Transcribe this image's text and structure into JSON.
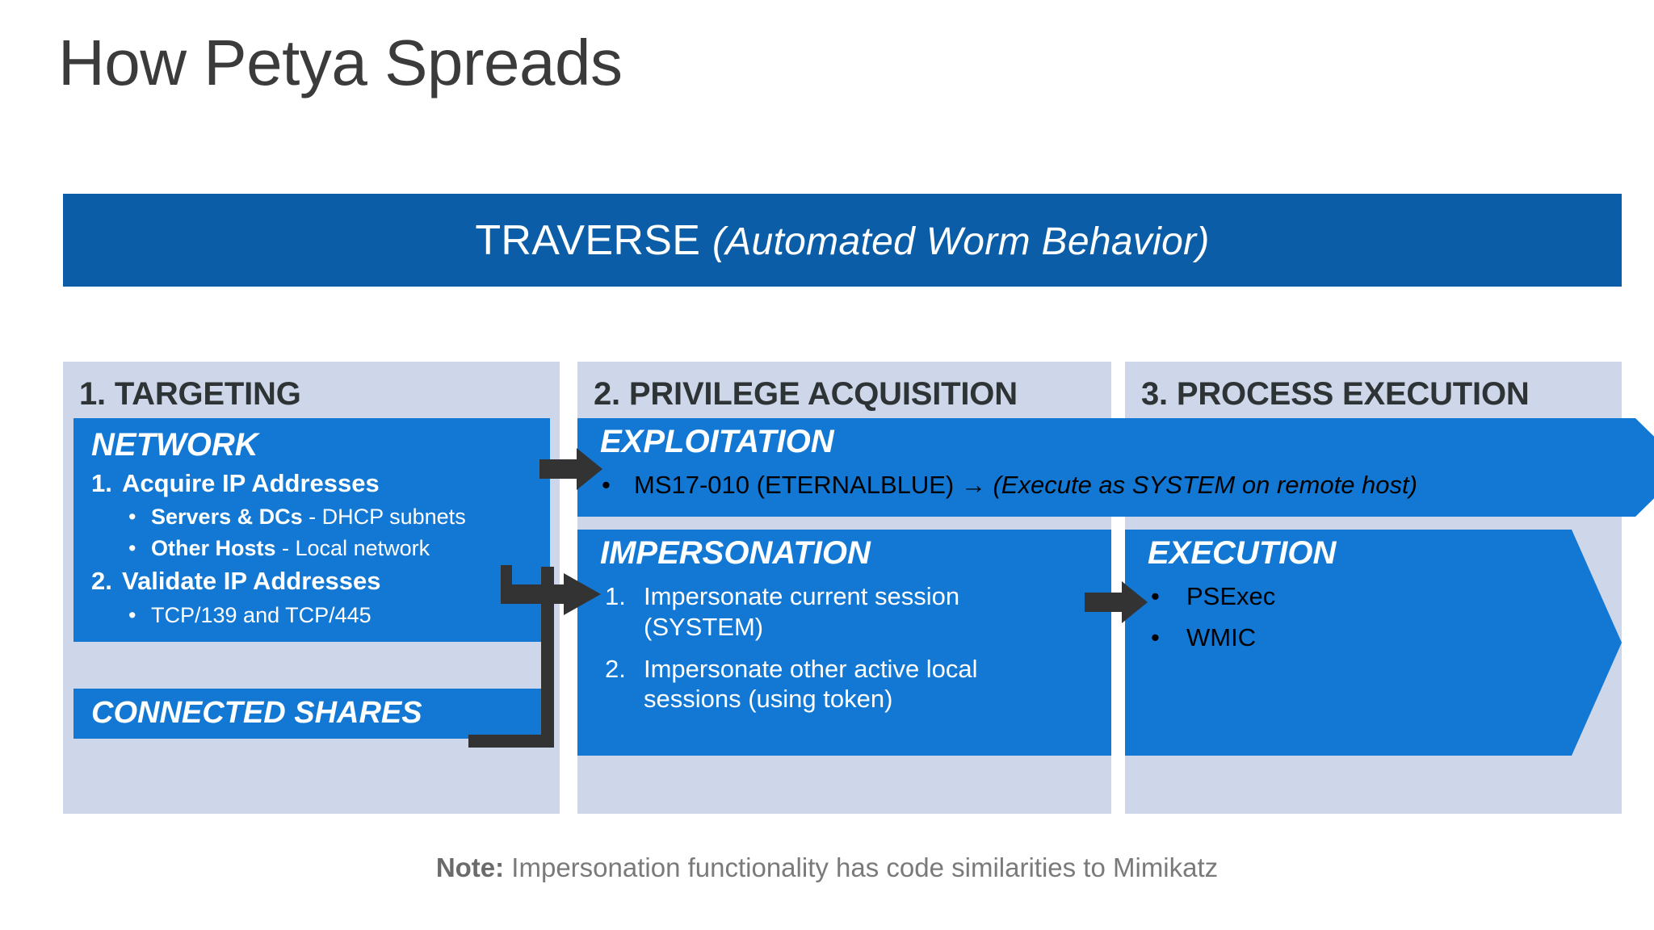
{
  "slide": {
    "title": "How Petya Spreads"
  },
  "banner": {
    "label": "TRAVERSE",
    "subtitle": "(Automated Worm Behavior)",
    "color": "#0A5DA6"
  },
  "colors": {
    "banner_blue": "#0A5DA6",
    "box_blue": "#1278D4",
    "panel_gray": "#CDD7E9",
    "header_text": "#2e3436",
    "note_text": "#7a7a7a",
    "connector": "#333333"
  },
  "columns": [
    {
      "header": "1. TARGETING",
      "boxes": [
        {
          "title": "NETWORK",
          "items": [
            {
              "marker": "1.",
              "text": "Acquire IP Addresses",
              "bold": true,
              "level": 1
            },
            {
              "marker": "•",
              "bold_part": "Servers & DCs",
              "rest": " - DHCP subnets",
              "level": 2
            },
            {
              "marker": "•",
              "bold_part": "Other Hosts",
              "rest": " - Local network",
              "level": 2
            },
            {
              "marker": "2.",
              "text": "Validate IP Addresses",
              "bold": true,
              "level": 1
            },
            {
              "marker": "•",
              "bold_part": "",
              "rest": "TCP/139 and TCP/445",
              "level": 2
            }
          ]
        },
        {
          "title": "CONNECTED SHARES",
          "items": []
        }
      ]
    },
    {
      "header": "2. PRIVILEGE ACQUISITION",
      "boxes": [
        {
          "title": "EXPLOITATION",
          "shape": "chevron",
          "items": [
            {
              "marker": "•",
              "text": "MS17-010 (ETERNALBLUE) ",
              "arrow": "→",
              "italic_text": " (Execute as SYSTEM on remote host)"
            }
          ]
        },
        {
          "title": "IMPERSONATION",
          "shape": "rect",
          "items": [
            {
              "marker": "1.",
              "text": "Impersonate current session (SYSTEM)"
            },
            {
              "marker": "2.",
              "text": "Impersonate other active local sessions (using token)"
            }
          ]
        }
      ]
    },
    {
      "header": "3. PROCESS EXECUTION",
      "boxes": [
        {
          "title": "EXECUTION",
          "shape": "chevron",
          "items": [
            {
              "marker": "•",
              "text": "PSExec"
            },
            {
              "marker": "•",
              "text": "WMIC"
            }
          ]
        }
      ]
    }
  ],
  "note": {
    "label": "Note:",
    "text": " Impersonation functionality has code similarities to Mimikatz"
  }
}
